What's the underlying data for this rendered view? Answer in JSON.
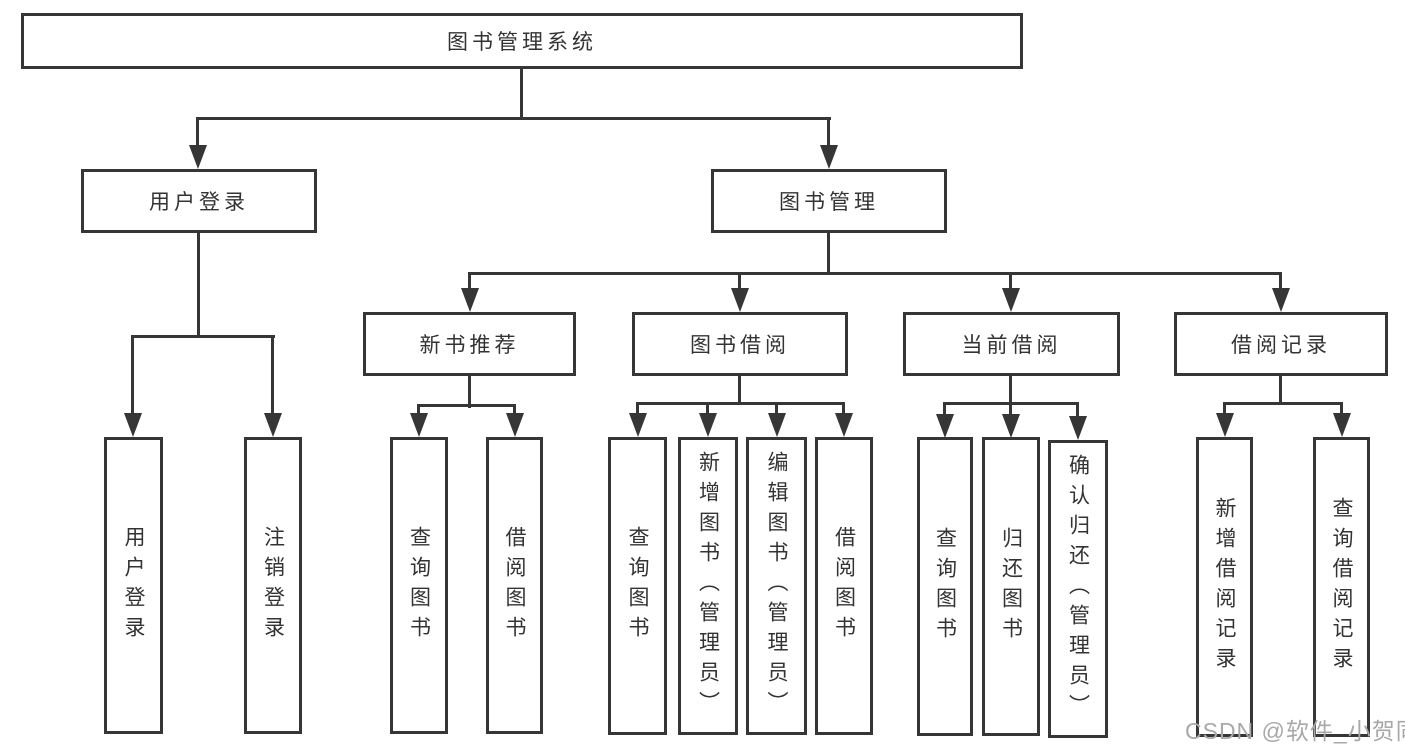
{
  "diagram": {
    "title": "图书管理系统",
    "root": {
      "label": "图书管理系统"
    },
    "branches": [
      {
        "label": "用户登录",
        "children": [
          {
            "label": "用户登录"
          },
          {
            "label": "注销登录"
          }
        ]
      },
      {
        "label": "图书管理",
        "children": [
          {
            "label": "新书推荐",
            "children": [
              {
                "label": "查询图书"
              },
              {
                "label": "借阅图书"
              }
            ]
          },
          {
            "label": "图书借阅",
            "children": [
              {
                "label": "查询图书"
              },
              {
                "label": "新增图书（管理员）"
              },
              {
                "label": "编辑图书（管理员）"
              },
              {
                "label": "借阅图书"
              }
            ]
          },
          {
            "label": "当前借阅",
            "children": [
              {
                "label": "查询图书"
              },
              {
                "label": "归还图书"
              },
              {
                "label": "确认归还（管理员）"
              }
            ]
          },
          {
            "label": "借阅记录",
            "children": [
              {
                "label": "新增借阅记录"
              },
              {
                "label": "查询借阅记录"
              }
            ]
          }
        ]
      }
    ]
  },
  "watermark": {
    "text": "CSDN @软件_小贺同学"
  },
  "colors": {
    "line": "#363636",
    "box_border": "#363636",
    "text": "#333333",
    "watermark": "#a8a8a8",
    "background": "#ffffff"
  }
}
